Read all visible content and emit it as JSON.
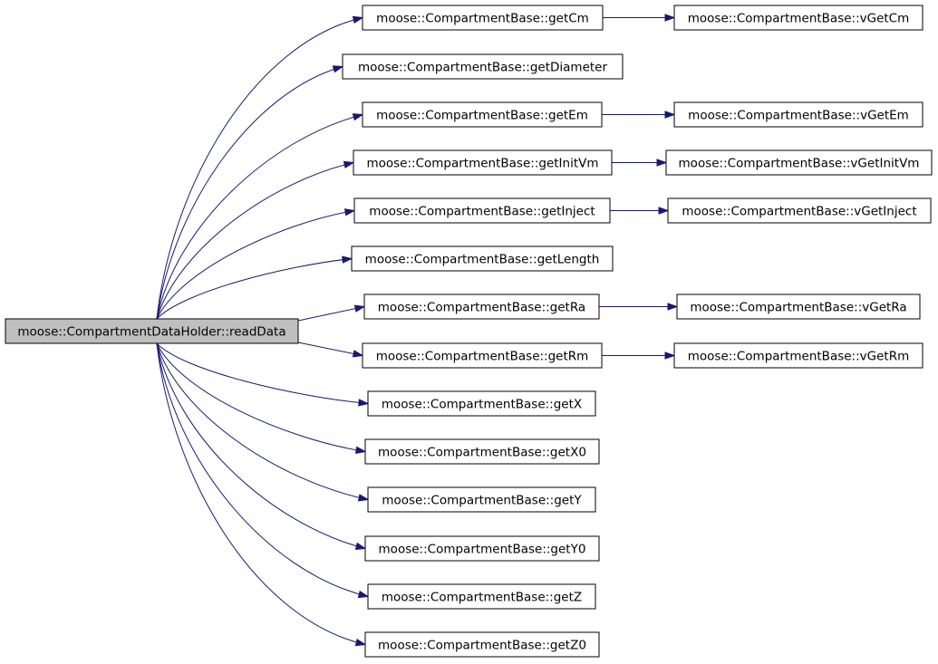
{
  "graph": {
    "root": "moose::CompartmentDataHolder::readData",
    "callees": [
      {
        "id": "getCm",
        "label": "moose::CompartmentBase::getCm",
        "calls": "moose::CompartmentBase::vGetCm"
      },
      {
        "id": "getDiameter",
        "label": "moose::CompartmentBase::getDiameter",
        "calls": null
      },
      {
        "id": "getEm",
        "label": "moose::CompartmentBase::getEm",
        "calls": "moose::CompartmentBase::vGetEm"
      },
      {
        "id": "getInitVm",
        "label": "moose::CompartmentBase::getInitVm",
        "calls": "moose::CompartmentBase::vGetInitVm"
      },
      {
        "id": "getInject",
        "label": "moose::CompartmentBase::getInject",
        "calls": "moose::CompartmentBase::vGetInject"
      },
      {
        "id": "getLength",
        "label": "moose::CompartmentBase::getLength",
        "calls": null
      },
      {
        "id": "getRa",
        "label": "moose::CompartmentBase::getRa",
        "calls": "moose::CompartmentBase::vGetRa"
      },
      {
        "id": "getRm",
        "label": "moose::CompartmentBase::getRm",
        "calls": "moose::CompartmentBase::vGetRm"
      },
      {
        "id": "getX",
        "label": "moose::CompartmentBase::getX",
        "calls": null
      },
      {
        "id": "getX0",
        "label": "moose::CompartmentBase::getX0",
        "calls": null
      },
      {
        "id": "getY",
        "label": "moose::CompartmentBase::getY",
        "calls": null
      },
      {
        "id": "getY0",
        "label": "moose::CompartmentBase::getY0",
        "calls": null
      },
      {
        "id": "getZ",
        "label": "moose::CompartmentBase::getZ",
        "calls": null
      },
      {
        "id": "getZ0",
        "label": "moose::CompartmentBase::getZ0",
        "calls": null
      }
    ]
  },
  "colors": {
    "edge": "#191970",
    "root_fill": "#bfbfbf",
    "node_fill": "#ffffff",
    "node_border": "#000000"
  }
}
